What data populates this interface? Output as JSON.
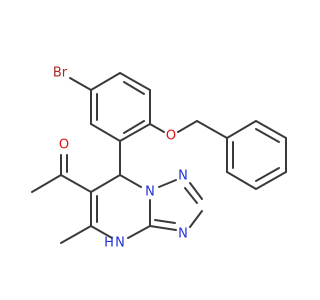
{
  "molecule": {
    "atoms": {
      "br": {
        "label": "Br",
        "color": "#a52a2a"
      },
      "o_ketone": {
        "label": "O",
        "color": "#e01010"
      },
      "o_ether": {
        "label": "O",
        "color": "#e01010"
      },
      "n_bridge": {
        "label": "N",
        "color": "#2230d8"
      },
      "n_triazole_top": {
        "label": "N",
        "color": "#2230d8"
      },
      "n_triazole_bottom": {
        "label": "N",
        "color": "#2230d8"
      },
      "nh": {
        "label": "N",
        "color": "#2230d8"
      },
      "h": {
        "label": "H",
        "color": "#2230d8"
      }
    },
    "bond_color": "#3a3a3a"
  }
}
